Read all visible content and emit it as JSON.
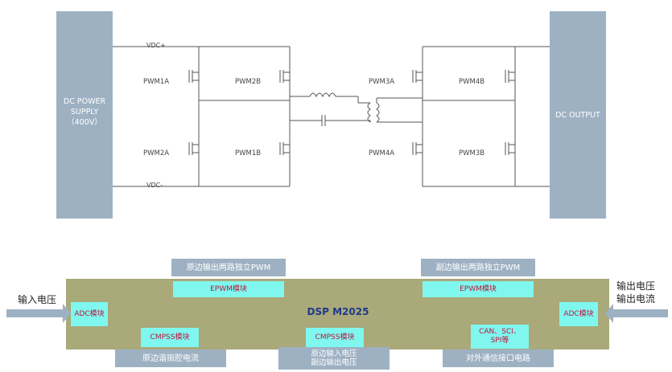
{
  "power_circuit": {
    "supply": "DC POWER SUPPLY\n（400V）",
    "output": "DC OUTPUT",
    "vdc_plus": "VDC+",
    "vdc_minus": "VDC-",
    "pwm_labels": {
      "p1a": "PWM1A",
      "p2b": "PWM2B",
      "p2a": "PWM2A",
      "p1b": "PWM1B",
      "p3a": "PWM3A",
      "p4b": "PWM4B",
      "p4a": "PWM4A",
      "p3b": "PWM3B"
    }
  },
  "control": {
    "dsp_title": "DSP M2025",
    "top_left_label": "原边输出两路独立PWM",
    "top_right_label": "副边输出两路独立PWM",
    "epwm_left": "EPWM模块",
    "epwm_right": "EPWM模块",
    "adc_left": "ADC模块",
    "adc_right": "ADC模块",
    "cmpss_left": "CMPSS模块",
    "cmpss_mid": "CMPSS模块",
    "comm": "CAN、SCI、\nSPI等",
    "bottom_left": "原边谐振腔电流",
    "bottom_mid": "原边输入电压\n副边输出电压",
    "bottom_right": "对外通信接口电路",
    "input_label": "输入电压",
    "output_label": "输出电压\n输出电流"
  },
  "colors": {
    "gray_block": "#9eb1c3",
    "olive_block": "#a9a97a",
    "cyan_block": "#7ff7ef",
    "red_text": "#c0143c",
    "dsp_text": "#1f3a8a"
  }
}
